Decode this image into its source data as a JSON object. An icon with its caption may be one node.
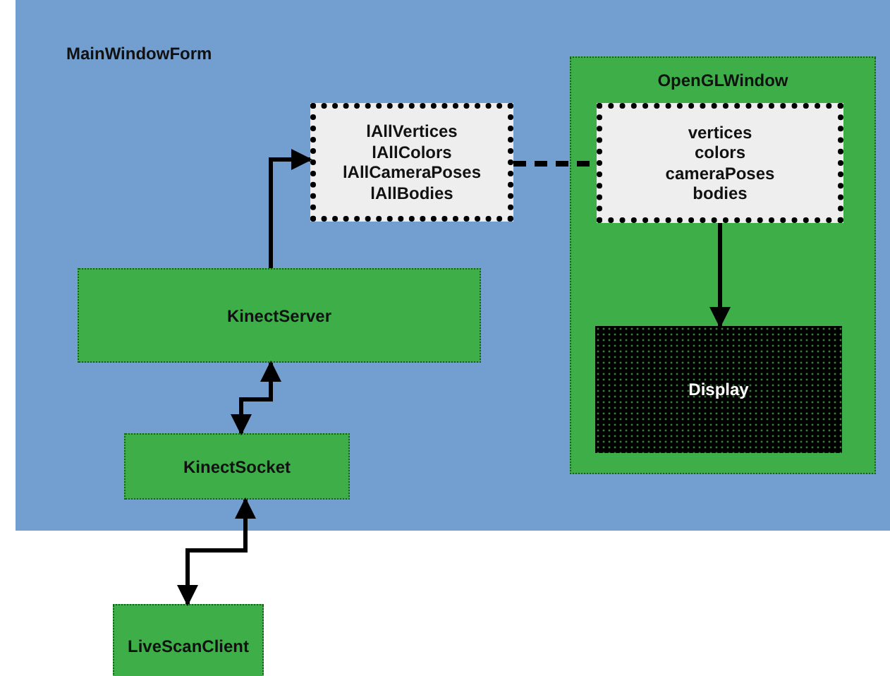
{
  "diagram": {
    "nodes": [
      {
        "text": [
          "MainWindowForm"
        ]
      },
      {
        "text": [
          "lAllVertices",
          "lAllColors",
          "lAllCameraPoses",
          "lAllBodies"
        ],
        "in": 0
      },
      {
        "text": [
          "KinectServer"
        ],
        "in": 0
      },
      {
        "text": [
          "KinectSocket"
        ],
        "in": 0
      },
      {
        "text": [
          "OpenGLWindow"
        ],
        "in": 0
      },
      {
        "text": [
          "vertices",
          "colors",
          "cameraPoses",
          "bodies"
        ],
        "in": 4
      },
      {
        "text": [
          "Display"
        ],
        "in": 4
      },
      {
        "text": [
          "LiveScanClient"
        ]
      }
    ],
    "edges": [
      {
        "from": 2,
        "to": 1,
        "arrow": "to"
      },
      {
        "from": 3,
        "to": 2,
        "arrow": "both"
      },
      {
        "from": 7,
        "to": 3,
        "arrow": "both"
      },
      {
        "from": 1,
        "to": 5,
        "arrow": "none",
        "style": "dashed"
      },
      {
        "from": 5,
        "to": 6,
        "arrow": "to"
      }
    ]
  }
}
